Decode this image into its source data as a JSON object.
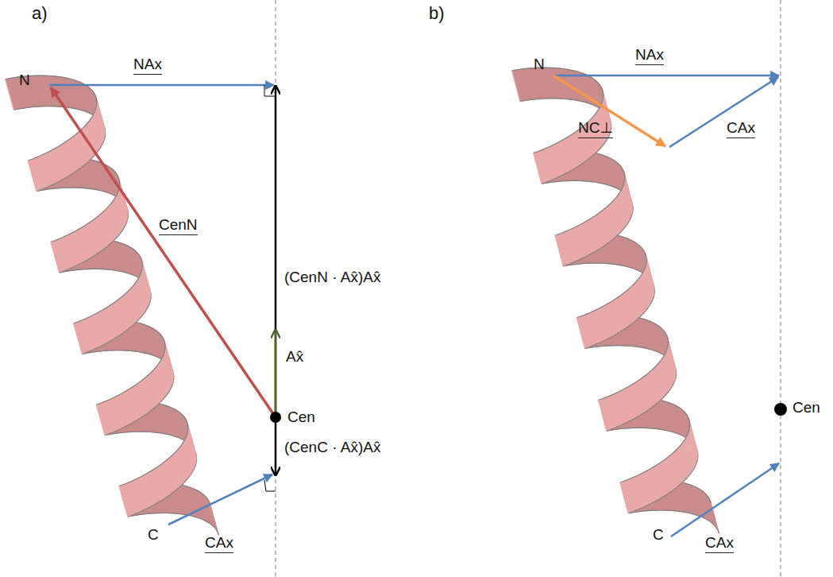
{
  "diagram": {
    "labels": [
      "a)",
      "N",
      "NAx",
      "CenN",
      "(CenN · Ax̂)Ax̂",
      "Ax̂",
      "Cen",
      "(CenC · Ax̂)Ax̂",
      "C",
      "CAx",
      "b)",
      "N",
      "NAx",
      "NC⊥",
      "CAx",
      "Cen",
      "C",
      "CAx"
    ]
  }
}
